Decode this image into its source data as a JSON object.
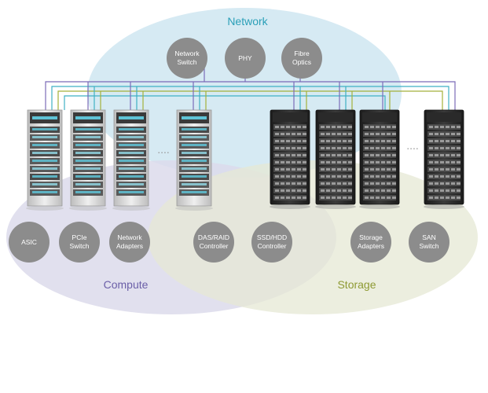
{
  "regions": {
    "network": {
      "label": "Network",
      "color": "#2a9fb8",
      "fill": "#cfe6f1"
    },
    "compute": {
      "label": "Compute",
      "color": "#6b5fa8",
      "fill": "#dcdaeb"
    },
    "storage": {
      "label": "Storage",
      "color": "#8e9a33",
      "fill": "#e5e8d4"
    }
  },
  "nodes": {
    "network_switch": {
      "line1": "Network",
      "line2": "Switch"
    },
    "phy": {
      "line1": "PHY",
      "line2": ""
    },
    "fibre_optics": {
      "line1": "Fibre",
      "line2": "Optics"
    },
    "asic": {
      "line1": "ASIC",
      "line2": ""
    },
    "pcie_switch": {
      "line1": "PCIe",
      "line2": "Switch"
    },
    "network_adapters": {
      "line1": "Network",
      "line2": "Adapters"
    },
    "das_raid_controller": {
      "line1": "DAS/RAID",
      "line2": "Controller"
    },
    "ssd_hdd_controller": {
      "line1": "SSD/HDD",
      "line2": "Controller"
    },
    "storage_adapters": {
      "line1": "Storage",
      "line2": "Adapters"
    },
    "san_switch": {
      "line1": "SAN",
      "line2": "Switch"
    }
  },
  "colors": {
    "node_circle": "#8c8c8c",
    "link_purple": "#7b6bb8",
    "link_teal": "#3fb0c4",
    "link_olive": "#a4b13a",
    "rack_dark": "#2a2a2a",
    "rack_light": "#d9d9d9",
    "rack_accent": "#5fc3d6"
  },
  "ellipsis": "....",
  "icons": [
    "compute-server-rack",
    "storage-server-rack",
    "connection-lines"
  ]
}
